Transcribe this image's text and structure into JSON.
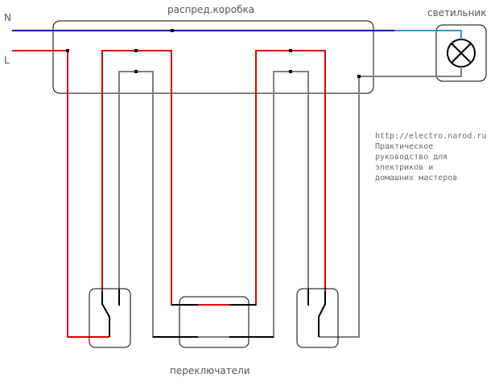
{
  "labels": {
    "neutral": "N",
    "line": "L",
    "junction_box": "распред.коробка",
    "lamp": "светильник",
    "switches": "переключатели"
  },
  "note": {
    "url": "http://electro.narod.ru",
    "line1": "Практическое",
    "line2": "руководство для",
    "line3": "электриков и",
    "line4": "домашних мастеров"
  },
  "colors": {
    "line_wire": "#e00000",
    "neutral_wire": "#0000aa",
    "lamp_wire": "#3399cc",
    "switched_wire": "#808080",
    "outline": "#000000"
  }
}
